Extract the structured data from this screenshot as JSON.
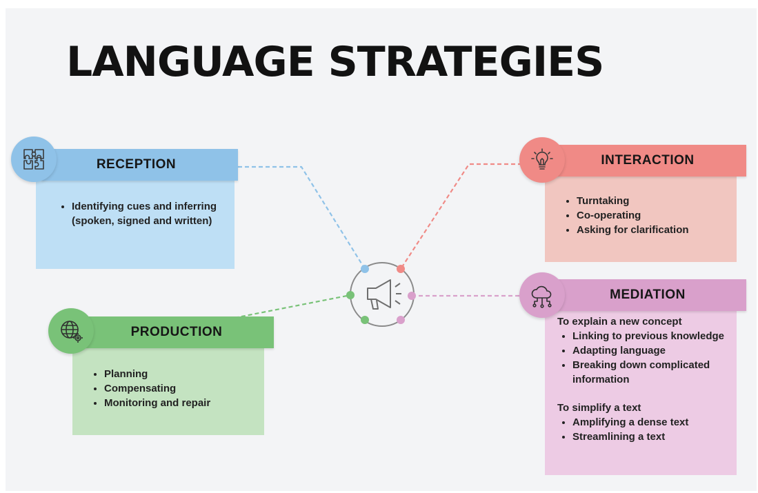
{
  "title": "LANGUAGE STRATEGIES",
  "colors": {
    "reception": "#8fc2e8",
    "reception_body": "#bedff5",
    "interaction": "#f08a86",
    "interaction_body": "#f1c6c0",
    "production": "#79c278",
    "production_body": "#c4e3c1",
    "mediation": "#d9a0cb",
    "mediation_body": "#edcbe4"
  },
  "center": {
    "icon": "megaphone-icon"
  },
  "reception": {
    "heading": "RECEPTION",
    "icon": "puzzle-icon",
    "items": [
      "Identifying cues and inferring (spoken, signed and written)"
    ]
  },
  "interaction": {
    "heading": "INTERACTION",
    "icon": "lightbulb-icon",
    "items": [
      "Turntaking",
      "Co-operating",
      "Asking for clarification"
    ]
  },
  "production": {
    "heading": "PRODUCTION",
    "icon": "globe-gear-icon",
    "items": [
      "Planning",
      "Compensating",
      "Monitoring and repair"
    ]
  },
  "mediation": {
    "heading": "MEDIATION",
    "icon": "cloud-network-icon",
    "groups": [
      {
        "subheading": "To explain a new concept",
        "items": [
          "Linking to previous knowledge",
          "Adapting language",
          "Breaking down complicated information"
        ]
      },
      {
        "subheading": "To simplify a text",
        "items": [
          "Amplifying a dense text",
          "Streamlining a text"
        ]
      }
    ]
  }
}
